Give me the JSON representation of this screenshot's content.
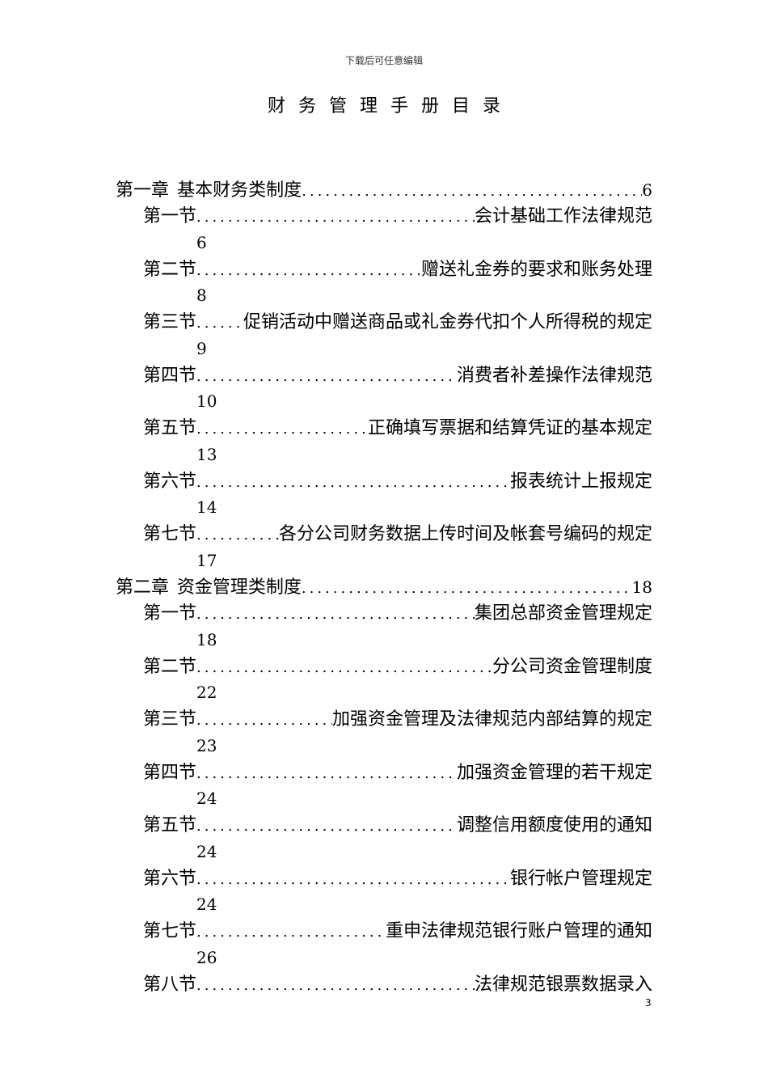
{
  "header_note": "下载后可任意编辑",
  "title": "财务管理手册目录",
  "toc": {
    "ch1": {
      "label": "第一章",
      "title": "基本财务类制度",
      "page": "6"
    },
    "ch1_s1": {
      "label": "第一节",
      "title": "会计基础工作法律规范",
      "page": "6"
    },
    "ch1_s2": {
      "label": "第二节",
      "title": "赠送礼金券的要求和账务处理",
      "page": "8"
    },
    "ch1_s3": {
      "label": "第三节",
      "title": "促销活动中赠送商品或礼金券代扣个人所得税的规定",
      "page": "9"
    },
    "ch1_s4": {
      "label": "第四节",
      "title": "消费者补差操作法律规范",
      "page": "10"
    },
    "ch1_s5": {
      "label": "第五节",
      "title": "正确填写票据和结算凭证的基本规定",
      "page": "13"
    },
    "ch1_s6": {
      "label": "第六节",
      "title": "报表统计上报规定",
      "page": "14"
    },
    "ch1_s7": {
      "label": "第七节",
      "title": "各分公司财务数据上传时间及帐套号编码的规定",
      "page": "17"
    },
    "ch2": {
      "label": "第二章",
      "title": "资金管理类制度",
      "page": "18"
    },
    "ch2_s1": {
      "label": "第一节",
      "title": "集团总部资金管理规定",
      "page": "18"
    },
    "ch2_s2": {
      "label": "第二节",
      "title": "分公司资金管理制度",
      "page": "22"
    },
    "ch2_s3": {
      "label": "第三节",
      "title": "加强资金管理及法律规范内部结算的规定",
      "page": "23"
    },
    "ch2_s4": {
      "label": "第四节",
      "title": "加强资金管理的若干规定",
      "page": "24"
    },
    "ch2_s5": {
      "label": "第五节",
      "title": "调整信用额度使用的通知",
      "page": "24"
    },
    "ch2_s6": {
      "label": "第六节",
      "title": "银行帐户管理规定",
      "page": "24"
    },
    "ch2_s7": {
      "label": "第七节",
      "title": "重申法律规范银行账户管理的通知",
      "page": "26"
    },
    "ch2_s8": {
      "label": "第八节",
      "title": "法律规范银票数据录入"
    }
  },
  "page_number": "3"
}
